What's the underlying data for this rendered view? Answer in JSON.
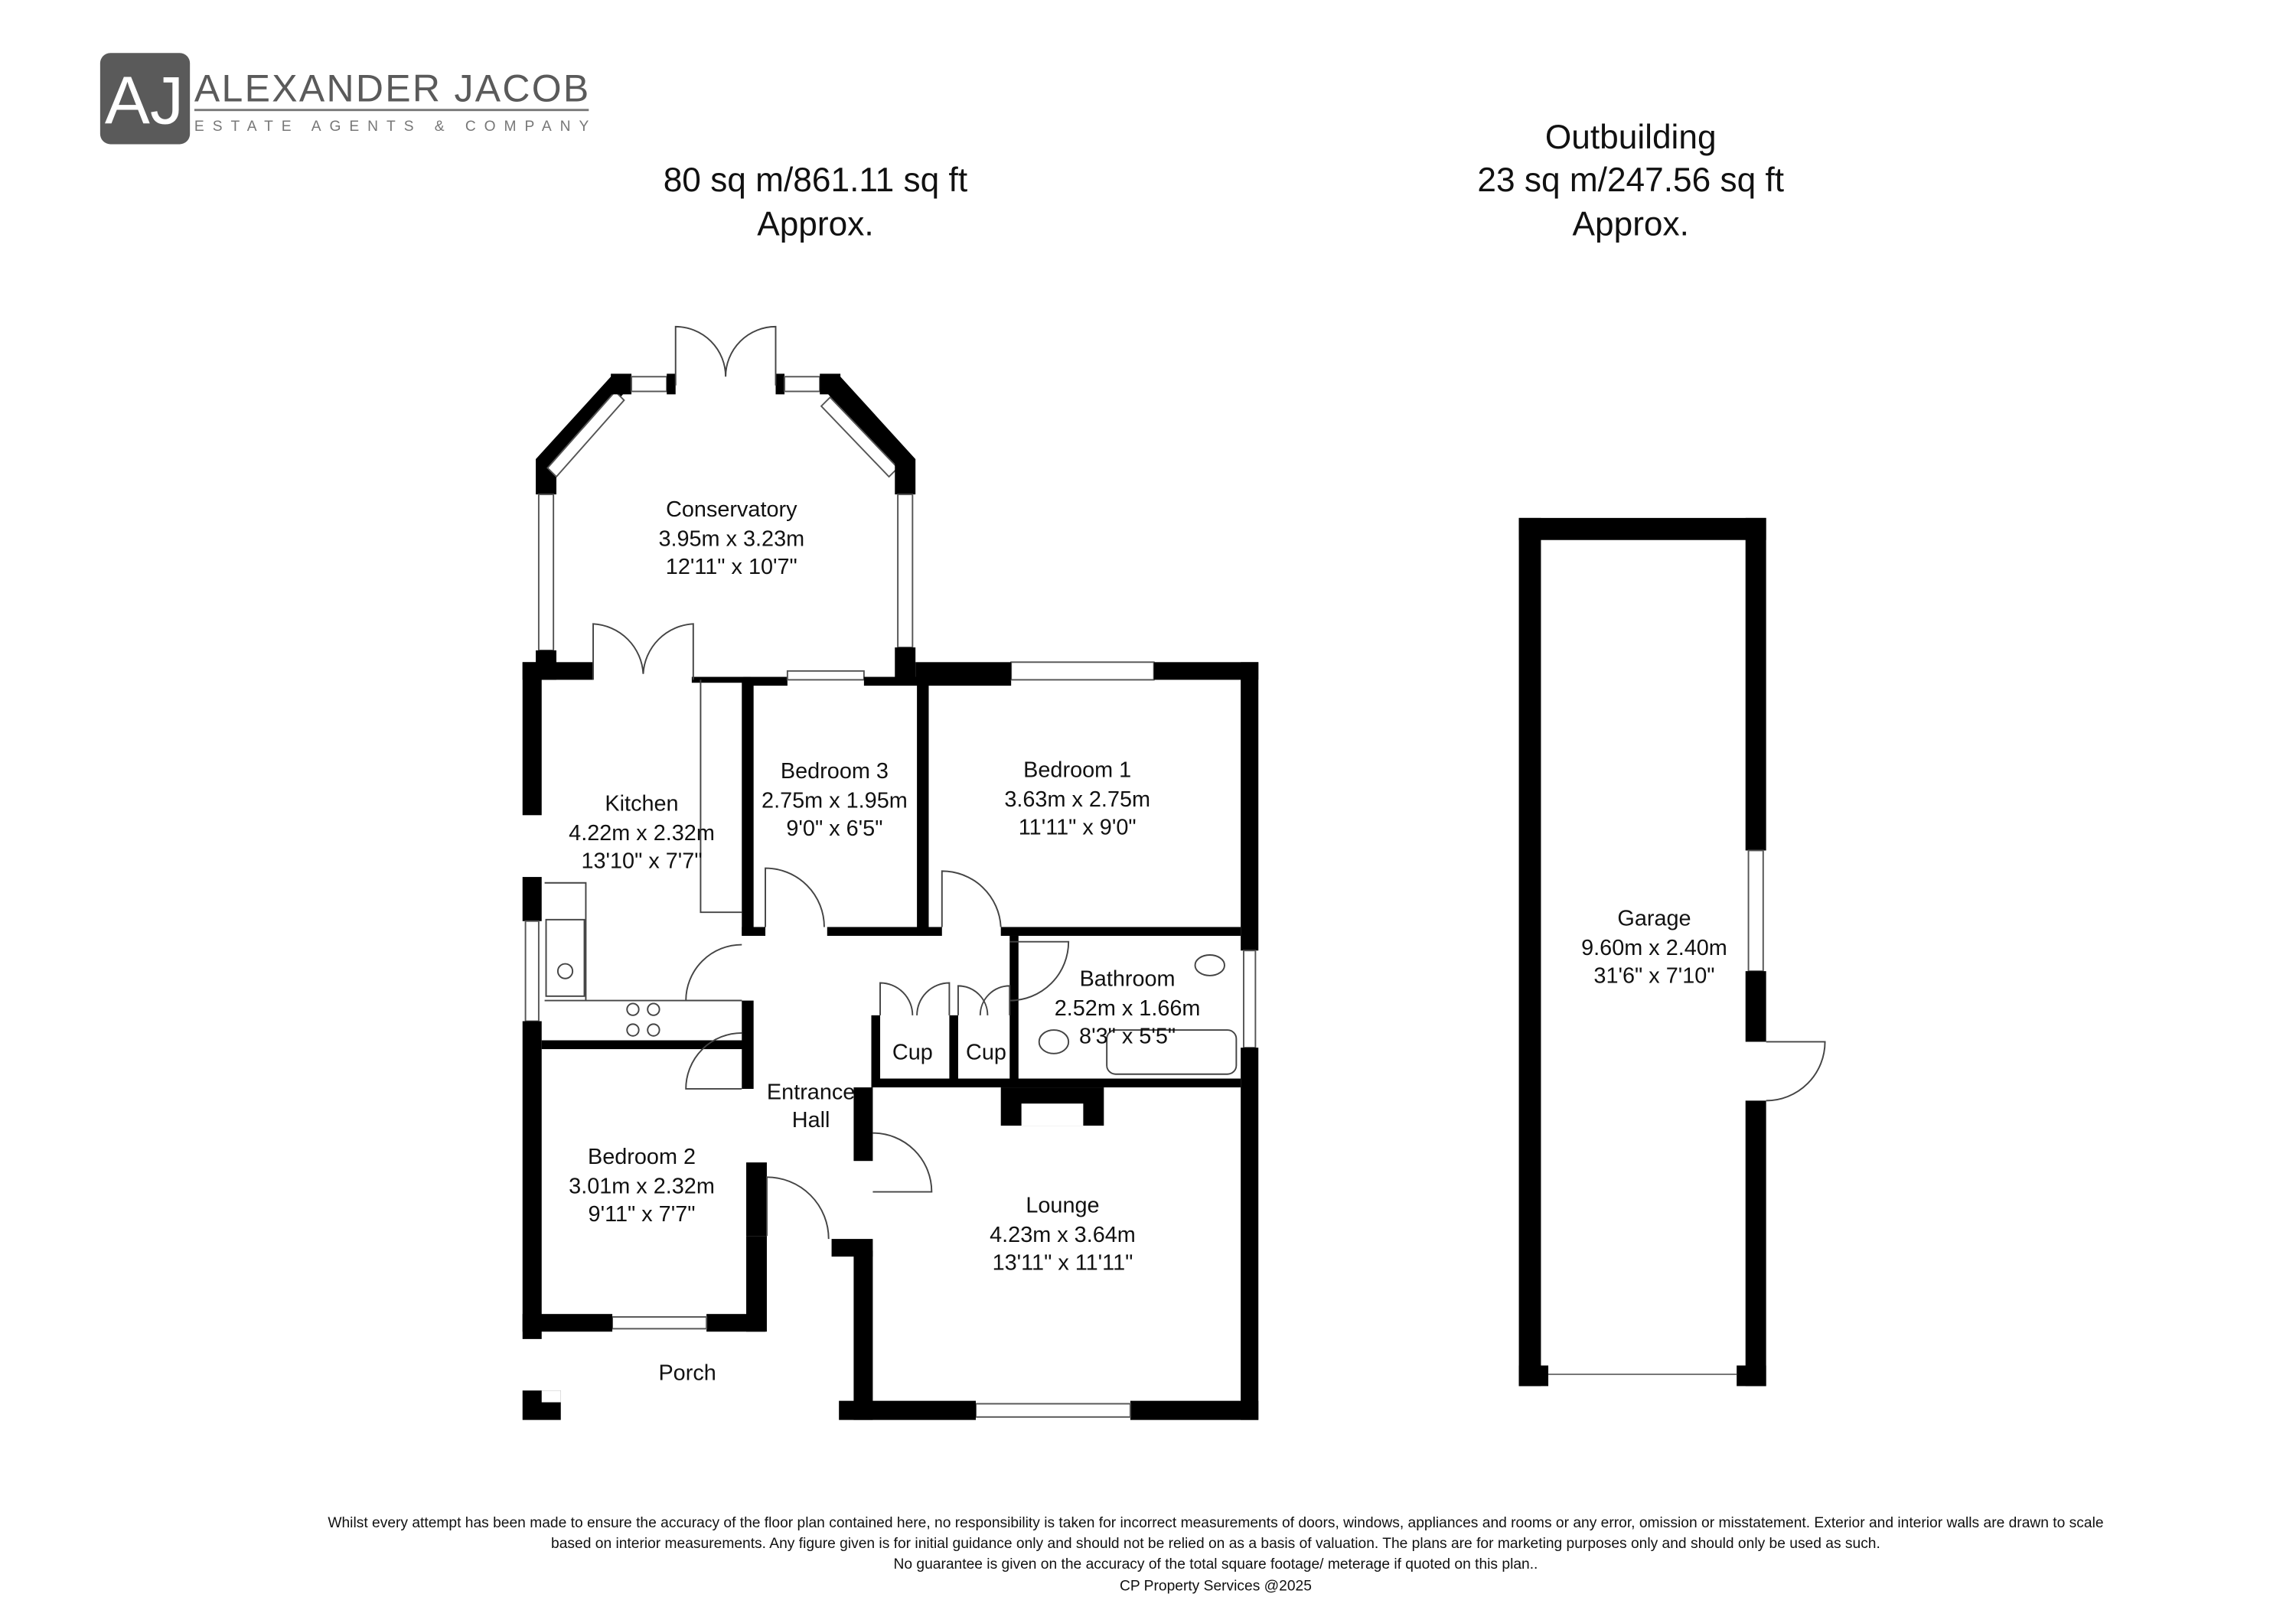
{
  "logo": {
    "monogram": "AJ",
    "name": "ALEXANDER JACOB",
    "tagline": "ESTATE AGENTS & COMPANY"
  },
  "main_floor": {
    "area": "80 sq m/861.11 sq ft",
    "approx": "Approx."
  },
  "outbuilding": {
    "title": "Outbuilding",
    "area": "23 sq m/247.56 sq ft",
    "approx": "Approx."
  },
  "rooms": {
    "conservatory": {
      "name": "Conservatory",
      "metric": "3.95m x 3.23m",
      "imperial": "12'11\" x 10'7\""
    },
    "kitchen": {
      "name": "Kitchen",
      "metric": "4.22m x 2.32m",
      "imperial": "13'10\" x 7'7\""
    },
    "bedroom3": {
      "name": "Bedroom 3",
      "metric": "2.75m x 1.95m",
      "imperial": "9'0\" x 6'5\""
    },
    "bedroom1": {
      "name": "Bedroom 1",
      "metric": "3.63m x 2.75m",
      "imperial": "11'11\" x 9'0\""
    },
    "bathroom": {
      "name": "Bathroom",
      "metric": "2.52m x 1.66m",
      "imperial": "8'3\" x 5'5\""
    },
    "cup1": {
      "name": "Cup"
    },
    "cup2": {
      "name": "Cup"
    },
    "hall": {
      "name1": "Entrance",
      "name2": "Hall"
    },
    "bedroom2": {
      "name": "Bedroom 2",
      "metric": "3.01m x 2.32m",
      "imperial": "9'11\" x 7'7\""
    },
    "lounge": {
      "name": "Lounge",
      "metric": "4.23m x 3.64m",
      "imperial": "13'11\" x 11'11\""
    },
    "porch": {
      "name": "Porch"
    },
    "garage": {
      "name": "Garage",
      "metric": "9.60m x 2.40m",
      "imperial": "31'6\" x 7'10\""
    }
  },
  "disclaimer": {
    "line1": "Whilst every attempt has been made to ensure the accuracy of the floor plan contained here, no responsibility is taken for incorrect measurements of doors, windows, appliances and rooms or any error, omission or misstatement. Exterior and interior walls are drawn to scale",
    "line2": "based on interior measurements. Any figure given is for initial guidance only and should not be relied on as a basis of valuation. The plans are for marketing purposes only and should only be used as such.",
    "line3": "No guarantee is given on the accuracy of the total square footage/ meterage if quoted on this plan..",
    "credit": "CP Property Services @2025"
  }
}
